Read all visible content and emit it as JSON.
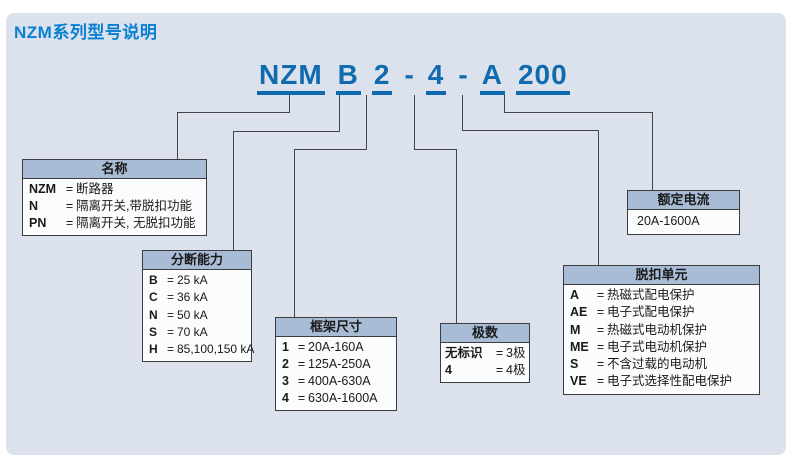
{
  "page": {
    "title": "NZM系列型号说明"
  },
  "separator": "=",
  "model": {
    "full": "NZM B 2 - 4 - A 200",
    "segments": [
      {
        "text": "NZM"
      },
      {
        "text": "B"
      },
      {
        "text": "2"
      },
      {
        "text": "-"
      },
      {
        "text": "4"
      },
      {
        "text": "-"
      },
      {
        "text": "A"
      },
      {
        "text": "200"
      }
    ]
  },
  "boxes": {
    "name": {
      "title": "名称",
      "rows": [
        {
          "key": "NZM",
          "value": "断路器"
        },
        {
          "key": "N",
          "value": "隔离开关,带脱扣功能"
        },
        {
          "key": "PN",
          "value": "隔离开关, 无脱扣功能"
        }
      ]
    },
    "breaking": {
      "title": "分断能力",
      "rows": [
        {
          "key": "B",
          "value": "25 kA"
        },
        {
          "key": "C",
          "value": "36 kA"
        },
        {
          "key": "N",
          "value": "50 kA"
        },
        {
          "key": "S",
          "value": "70 kA"
        },
        {
          "key": "H",
          "value": "85,100,150 kA"
        }
      ]
    },
    "frame": {
      "title": "框架尺寸",
      "rows": [
        {
          "key": "1",
          "value": "20A-160A"
        },
        {
          "key": "2",
          "value": "125A-250A"
        },
        {
          "key": "3",
          "value": "400A-630A"
        },
        {
          "key": "4",
          "value": "630A-1600A"
        }
      ]
    },
    "poles": {
      "title": "极数",
      "rows": [
        {
          "key": "无标识",
          "value": "3极"
        },
        {
          "key": "4",
          "value": "4极"
        }
      ]
    },
    "trip": {
      "title": "脱扣单元",
      "rows": [
        {
          "key": "A",
          "value": "热磁式配电保护"
        },
        {
          "key": "AE",
          "value": "电子式配电保护"
        },
        {
          "key": "M",
          "value": "热磁式电动机保护"
        },
        {
          "key": "ME",
          "value": "电子式电动机保护"
        },
        {
          "key": "S",
          "value": "不含过载的电动机"
        },
        {
          "key": "VE",
          "value": "电子式选择性配电保护"
        }
      ]
    },
    "current": {
      "title": "额定电流",
      "range": "20A-1600A"
    }
  },
  "colors": {
    "panel_bg": "#dbe1ed",
    "box_header_bg": "#a9bcd6",
    "box_body_bg": "#fbfcfd",
    "border": "#3c3c3c",
    "connector": "#454545",
    "title_blue": "#0a80d2",
    "model_blue": "#0f6bad"
  }
}
